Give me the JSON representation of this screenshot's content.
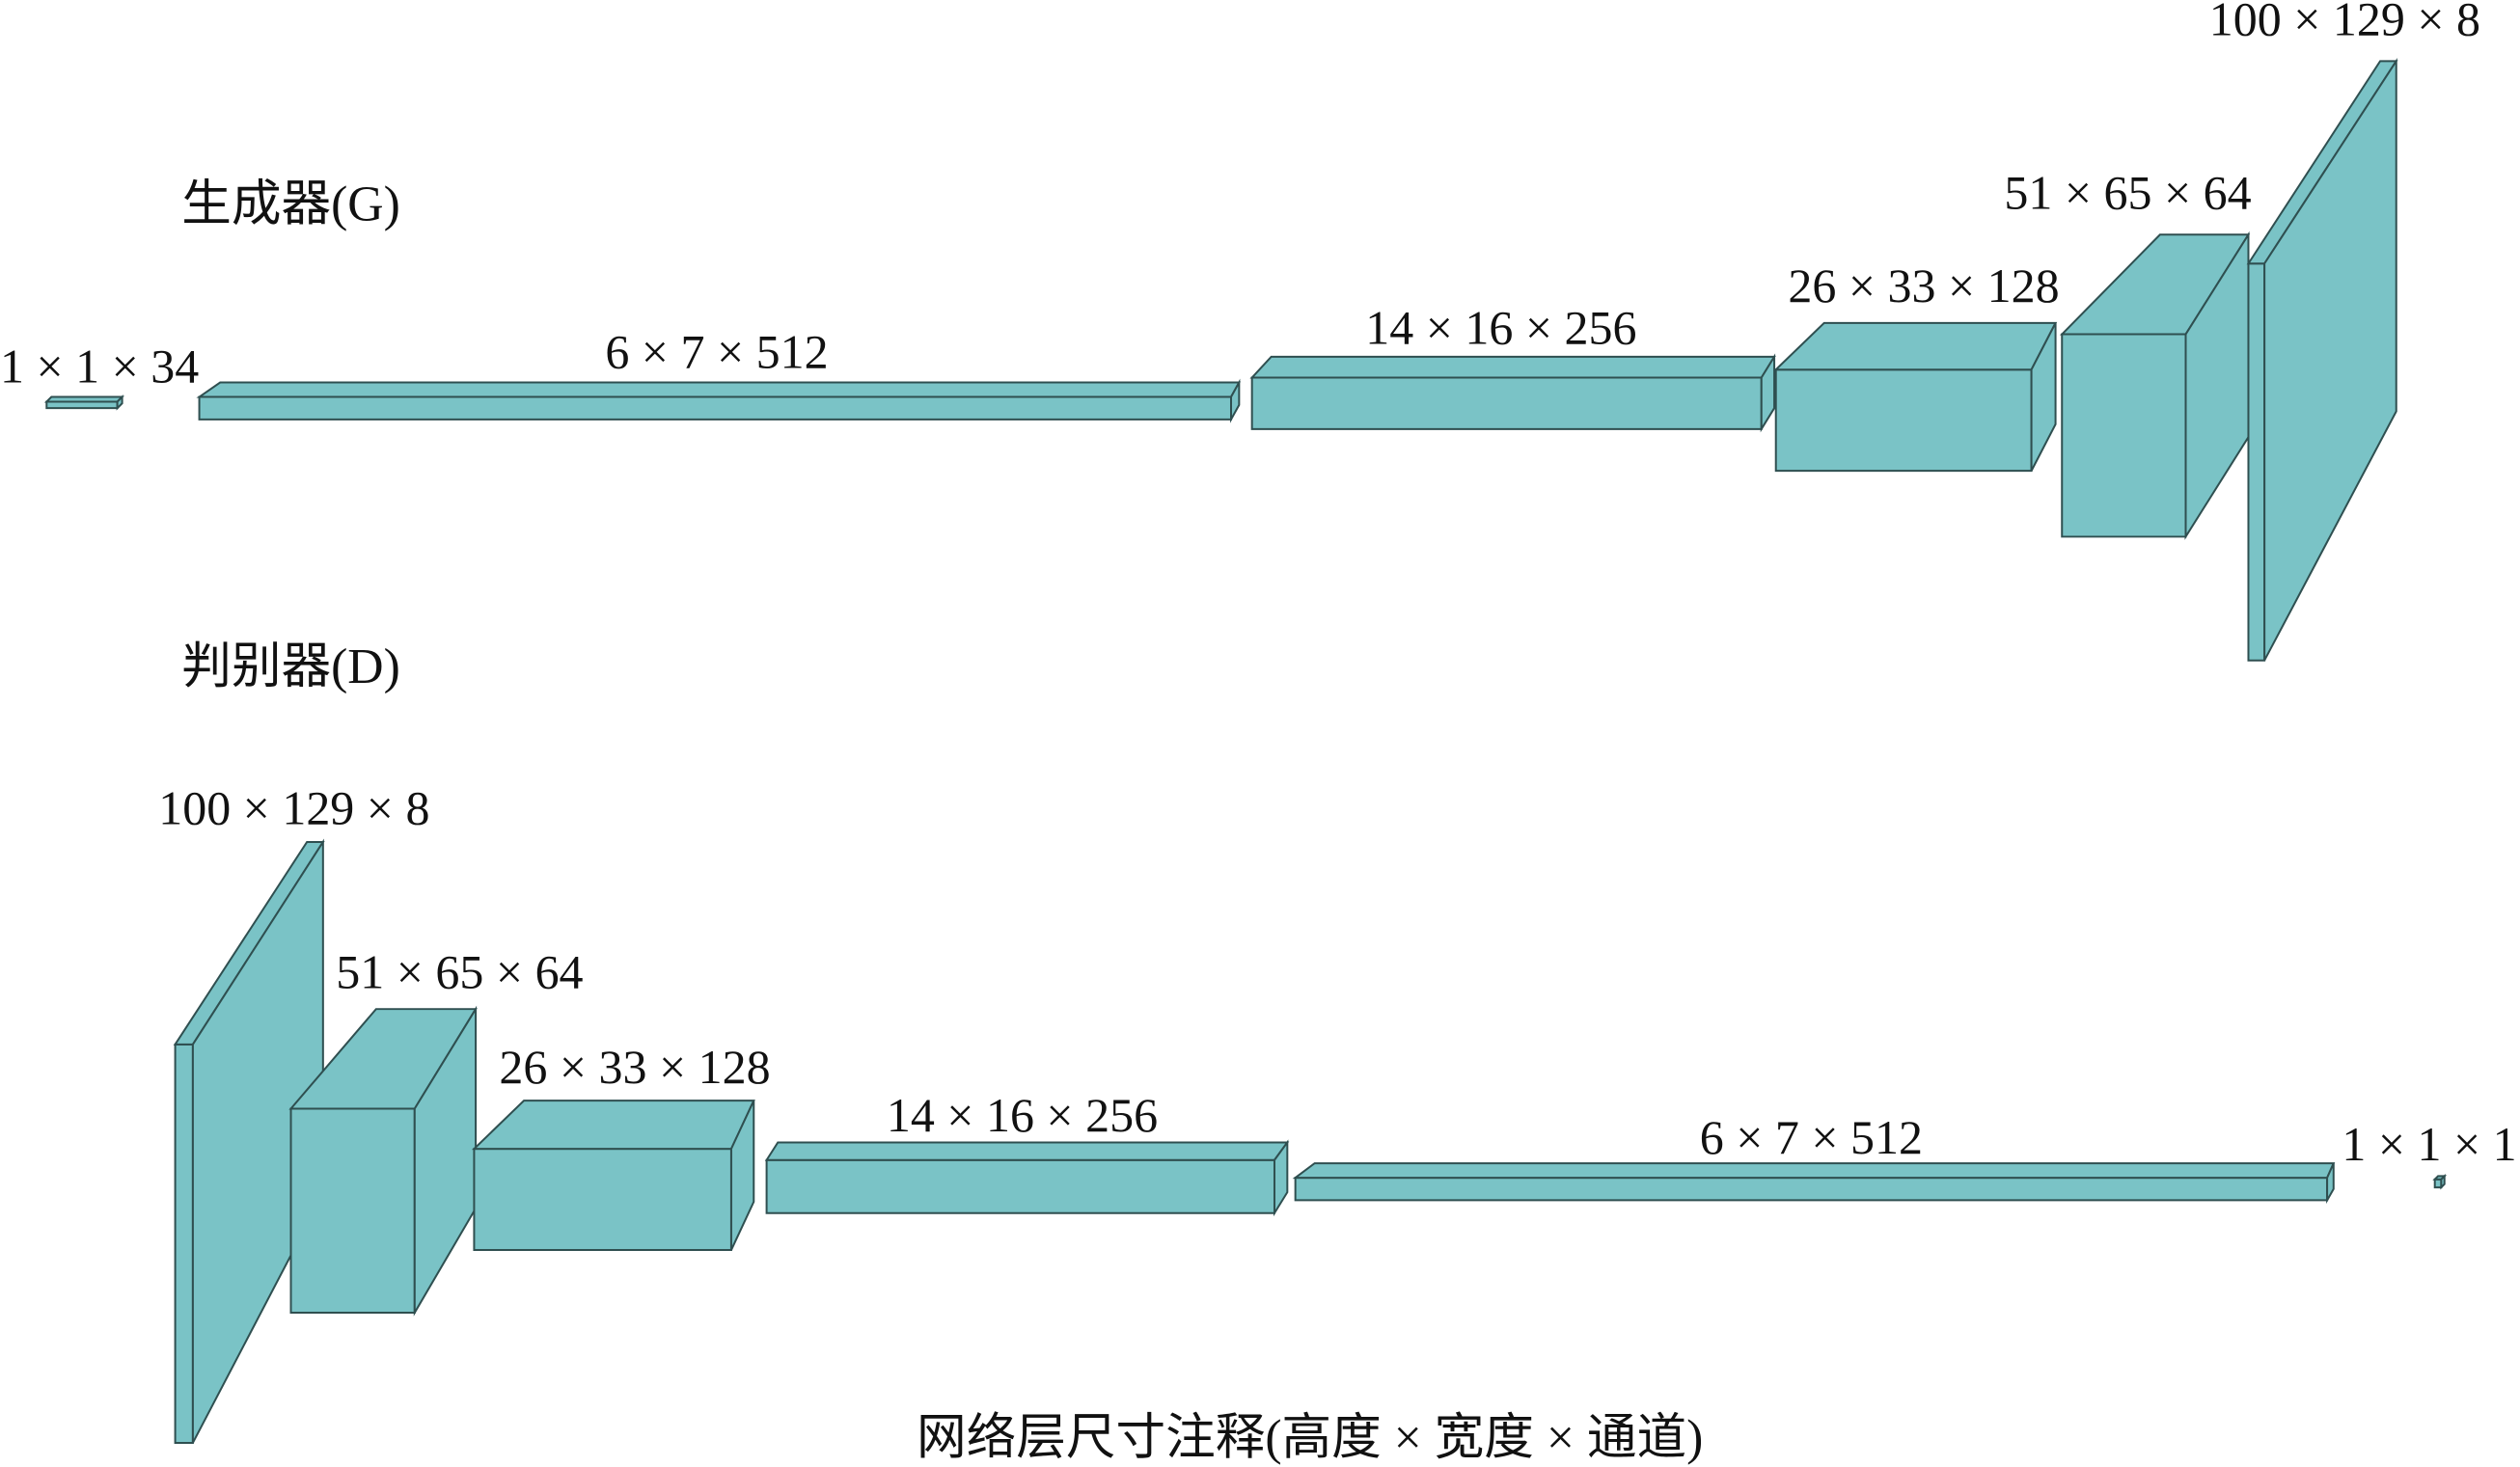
{
  "generator": {
    "title": "生成器(G)",
    "layers": [
      "1 × 1 × 34",
      "6 × 7 × 512",
      "14 × 16 × 256",
      "26 × 33 × 128",
      "51 × 65 × 64",
      "100 × 129 × 8"
    ]
  },
  "discriminator": {
    "title": "判别器(D)",
    "layers": [
      "100 × 129 × 8",
      "51 × 65 × 64",
      "26 × 33 × 128",
      "14 × 16 × 256",
      "6 × 7 × 512",
      "1 × 1 × 1"
    ]
  },
  "caption": "网络层尺寸注释(高度 × 宽度 × 通道)",
  "colors": {
    "layer_fill": "#7AC3C6",
    "layer_outline": "#2F4F50",
    "text": "#111111",
    "background": "#FFFFFF"
  }
}
